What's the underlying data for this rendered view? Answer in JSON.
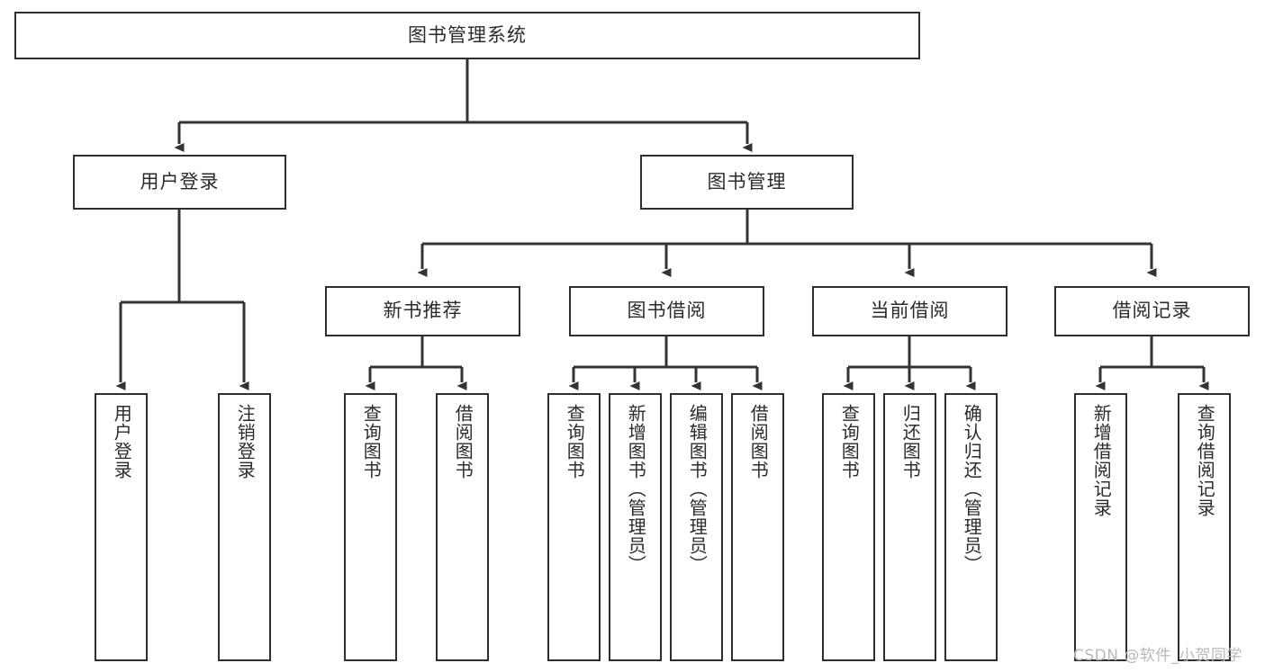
{
  "diagram": {
    "title": "图书管理系统",
    "type": "tree-hierarchy-chart",
    "orientation": "top-down",
    "colors": {
      "box_border": "#2f2f2f",
      "box_fill": "#ffffff",
      "line": "#333333",
      "text": "#2b2b2b",
      "watermark": "#b9b9b9",
      "background": "#ffffff"
    }
  },
  "root": {
    "label": "图书管理系统"
  },
  "level2": [
    {
      "label": "用户登录"
    },
    {
      "label": "图书管理"
    }
  ],
  "level3": [
    {
      "label": "新书推荐"
    },
    {
      "label": "图书借阅"
    },
    {
      "label": "当前借阅"
    },
    {
      "label": "借阅记录"
    }
  ],
  "leaves": {
    "user_login": [
      {
        "label": "用户登录"
      },
      {
        "label": "注销登录"
      }
    ],
    "new_book_recommend": [
      {
        "label": "查询图书"
      },
      {
        "label": "借阅图书"
      }
    ],
    "book_borrow": [
      {
        "label": "查询图书"
      },
      {
        "label": "新增图书（管理员）"
      },
      {
        "label": "编辑图书（管理员）"
      },
      {
        "label": "借阅图书"
      }
    ],
    "current_borrow": [
      {
        "label": "查询图书"
      },
      {
        "label": "归还图书"
      },
      {
        "label": "确认归还（管理员）"
      }
    ],
    "borrow_record": [
      {
        "label": "新增借阅记录"
      },
      {
        "label": "查询借阅记录"
      }
    ]
  },
  "watermark": {
    "text": "CSDN @软件_小贺同学"
  },
  "chart_data": {
    "type": "table",
    "title": "图书管理系统",
    "hierarchy": [
      {
        "label": "图书管理系统",
        "level": 1,
        "children": [
          {
            "label": "用户登录",
            "level": 2,
            "children": [
              {
                "label": "用户登录",
                "level": 3,
                "children": []
              },
              {
                "label": "注销登录",
                "level": 3,
                "children": []
              }
            ]
          },
          {
            "label": "图书管理",
            "level": 2,
            "children": [
              {
                "label": "新书推荐",
                "level": 3,
                "children": [
                  {
                    "label": "查询图书",
                    "level": 4,
                    "children": []
                  },
                  {
                    "label": "借阅图书",
                    "level": 4,
                    "children": []
                  }
                ]
              },
              {
                "label": "图书借阅",
                "level": 3,
                "children": [
                  {
                    "label": "查询图书",
                    "level": 4,
                    "children": []
                  },
                  {
                    "label": "新增图书（管理员）",
                    "level": 4,
                    "children": []
                  },
                  {
                    "label": "编辑图书（管理员）",
                    "level": 4,
                    "children": []
                  },
                  {
                    "label": "借阅图书",
                    "level": 4,
                    "children": []
                  }
                ]
              },
              {
                "label": "当前借阅",
                "level": 3,
                "children": [
                  {
                    "label": "查询图书",
                    "level": 4,
                    "children": []
                  },
                  {
                    "label": "归还图书",
                    "level": 4,
                    "children": []
                  },
                  {
                    "label": "确认归还（管理员）",
                    "level": 4,
                    "children": []
                  }
                ]
              },
              {
                "label": "借阅记录",
                "level": 3,
                "children": [
                  {
                    "label": "新增借阅记录",
                    "level": 4,
                    "children": []
                  },
                  {
                    "label": "查询借阅记录",
                    "level": 4,
                    "children": []
                  }
                ]
              }
            ]
          }
        ]
      }
    ]
  }
}
